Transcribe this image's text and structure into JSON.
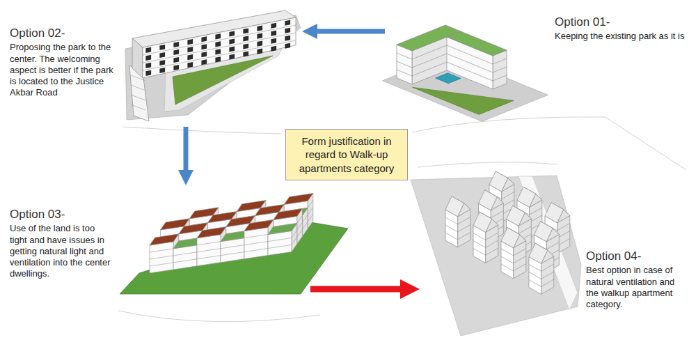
{
  "diagram": {
    "nodes": [
      {
        "text": [
          "Option 01-",
          "Keeping the existing park as it is"
        ]
      },
      {
        "text": [
          "Option 02-",
          "Proposing the park to the center. The welcoming aspect is better if the park is located to the Justice Akbar Road"
        ]
      },
      {
        "text": [
          "Option 03-",
          "Use of the land is too tight and have issues in getting natural light and ventilation into the center dwellings."
        ]
      },
      {
        "text": [
          "Option 04-",
          "Best option in case of natural ventilation and the walkup apartment category."
        ]
      },
      {
        "text": [
          "Form justification in regard to Walk-up apartments category"
        ]
      }
    ],
    "edges": [
      {
        "from": 0,
        "to": 1,
        "arrow": "to"
      },
      {
        "from": 1,
        "to": 2,
        "arrow": "to"
      },
      {
        "from": 2,
        "to": 3,
        "arrow": "to"
      }
    ]
  }
}
